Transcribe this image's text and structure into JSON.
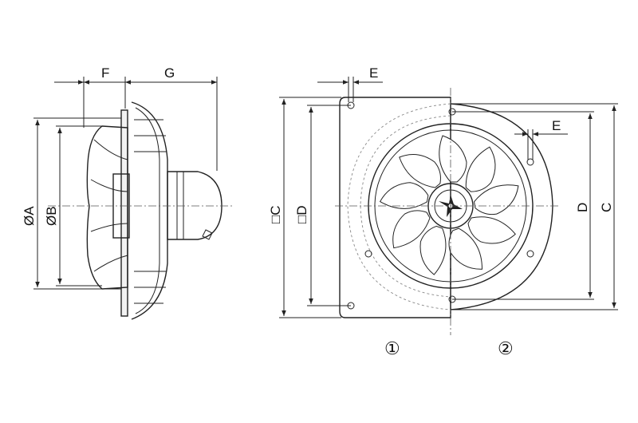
{
  "labels": {
    "F": "F",
    "G": "G",
    "E_top": "E",
    "E_right": "E",
    "diameter_A": "ØA",
    "diameter_B": "ØB",
    "square_C": "□C",
    "square_D": "□D",
    "D": "D",
    "C": "C",
    "variant_1": "①",
    "variant_2": "②"
  },
  "colors": {
    "line": "#222222",
    "shade": "#e6e6e6",
    "hidden": "#888888"
  }
}
